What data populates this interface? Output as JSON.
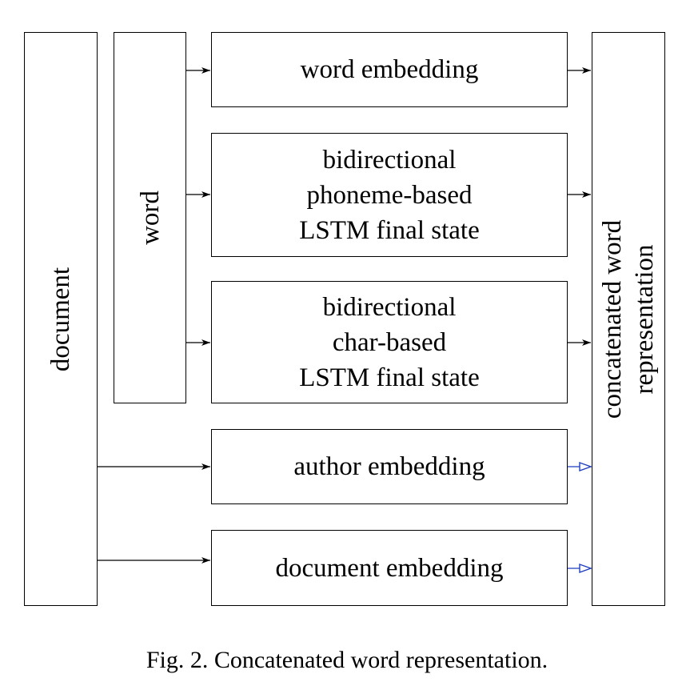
{
  "diagram": {
    "document_label": "document",
    "word_label": "word",
    "output_label_line1": "concatenated word",
    "output_label_line2": "representation",
    "modules": {
      "word_embedding": [
        "word embedding"
      ],
      "phoneme_lstm": [
        "bidirectional",
        "phoneme-based",
        "LSTM final state"
      ],
      "char_lstm": [
        "bidirectional",
        "char-based",
        "LSTM final state"
      ],
      "author_embedding": [
        "author embedding"
      ],
      "document_embedding": [
        "document embedding"
      ]
    },
    "colors": {
      "line": "#000000",
      "hollow_arrow": "#1f3fbf"
    }
  },
  "caption": "Fig. 2.  Concatenated word representation."
}
